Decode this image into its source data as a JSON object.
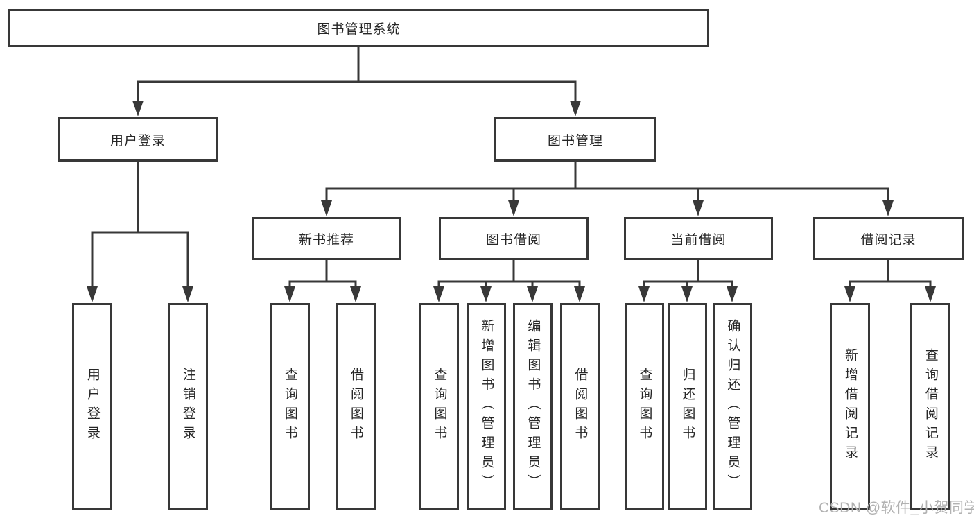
{
  "tree": {
    "root": {
      "label": "图书管理系统"
    },
    "level2": [
      {
        "label": "用户登录",
        "children": [
          {
            "label": "用户登录"
          },
          {
            "label": "注销登录"
          }
        ]
      },
      {
        "label": "图书管理",
        "children": [
          {
            "label": "新书推荐",
            "children": [
              {
                "label": "查询图书"
              },
              {
                "label": "借阅图书"
              }
            ]
          },
          {
            "label": "图书借阅",
            "children": [
              {
                "label": "查询图书"
              },
              {
                "label": "新增图书（管理员）"
              },
              {
                "label": "编辑图书（管理员）"
              },
              {
                "label": "借阅图书"
              }
            ]
          },
          {
            "label": "当前借阅",
            "children": [
              {
                "label": "查询图书"
              },
              {
                "label": "归还图书"
              },
              {
                "label": "确认归还（管理员）"
              }
            ]
          },
          {
            "label": "借阅记录",
            "children": [
              {
                "label": "新增借阅记录"
              },
              {
                "label": "查询借阅记录"
              }
            ]
          }
        ]
      }
    ]
  },
  "watermark": {
    "text": "CSDN @软件_小贺同学"
  },
  "colors": {
    "line": "#383838",
    "box_border": "#383838",
    "text": "#262626",
    "watermark": "#b2b2b2",
    "background": "#ffffff"
  }
}
